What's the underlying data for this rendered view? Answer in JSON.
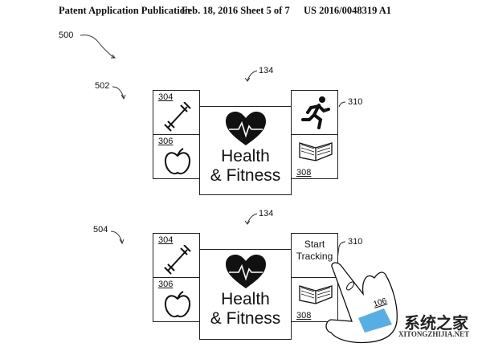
{
  "header": {
    "left": "Patent Application Publication",
    "middle": "Feb. 18, 2016  Sheet 5 of 7",
    "right": "US 2016/0048319 A1"
  },
  "refs": {
    "fig": "500",
    "top_state": "502",
    "bottom_state": "504",
    "center": "134",
    "tile_310": "310",
    "hand_device": "106"
  },
  "tiles": {
    "t304": "304",
    "t306": "306",
    "t308": "308"
  },
  "center_tile": {
    "line1": "Health",
    "line2": "& Fitness"
  },
  "start_tracking": {
    "line1": "Start",
    "line2": "Tracking"
  },
  "watermark": {
    "cn": "系统之家",
    "en": "XITONGZHIJIA.NET"
  }
}
